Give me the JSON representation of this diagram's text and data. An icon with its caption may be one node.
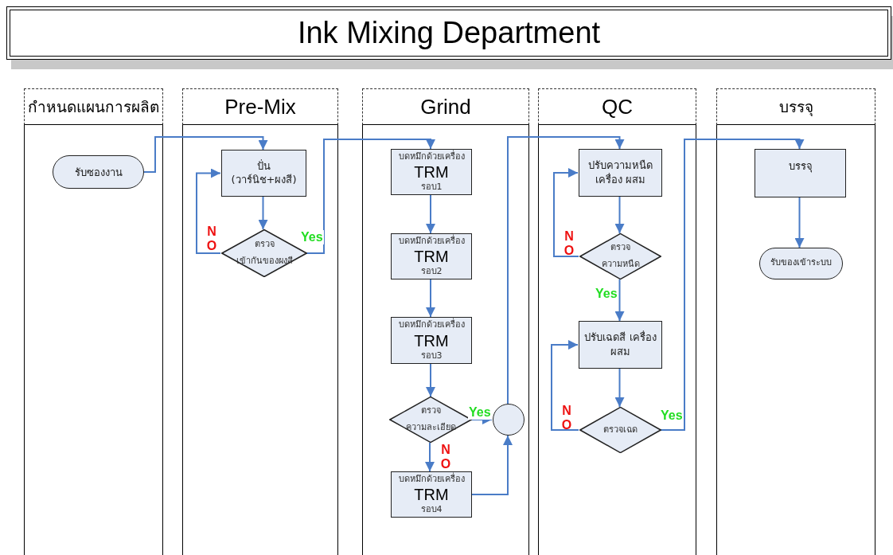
{
  "diagram": {
    "title": "Ink Mixing Department",
    "nodes": [
      {
        "text": [
          "กำหนดแผนการผลิต"
        ]
      },
      {
        "text": [
          "Pre-Mix"
        ]
      },
      {
        "text": [
          "Grind"
        ]
      },
      {
        "text": [
          "QC"
        ]
      },
      {
        "text": [
          "บรรจุ"
        ]
      },
      {
        "text": [
          "รับซองงาน"
        ],
        "in": 0
      },
      {
        "text": [
          "ปั่น (วาร์นิช+ผงสี)"
        ],
        "in": 1
      },
      {
        "text": [
          "ตรวจ เข้ากันของผงสี"
        ],
        "in": 1
      },
      {
        "text": [
          "บดหมึกด้วยเครื่อง",
          "TRM",
          "รอบ1"
        ],
        "in": 2
      },
      {
        "text": [
          "บดหมึกด้วยเครื่อง",
          "TRM",
          "รอบ2"
        ],
        "in": 2
      },
      {
        "text": [
          "บดหมึกด้วยเครื่อง",
          "TRM",
          "รอบ3"
        ],
        "in": 2
      },
      {
        "text": [
          "ตรวจ ความละเอียด"
        ],
        "in": 2
      },
      {
        "text": [],
        "shape": "circle",
        "in": 2
      },
      {
        "text": [
          "บดหมึกด้วยเครื่อง",
          "TRM",
          "รอบ4"
        ],
        "in": 2
      },
      {
        "text": [
          "ปรับความหนืด เครื่อง ผสม"
        ],
        "in": 3
      },
      {
        "text": [
          "ตรวจ ความหนืด"
        ],
        "in": 3
      },
      {
        "text": [
          "ปรับเฉดสี เครื่อง ผสม"
        ],
        "in": 3
      },
      {
        "text": [
          "ตรวจ เฉด"
        ],
        "in": 3
      },
      {
        "text": [
          "บรรจุ"
        ],
        "in": 4
      },
      {
        "text": [
          "รับของเข้าระบบ"
        ],
        "in": 4
      }
    ],
    "edges": [
      {
        "from": 5,
        "to": 6,
        "arrow": "to"
      },
      {
        "from": 6,
        "to": 7,
        "arrow": "to"
      },
      {
        "from": 7,
        "to": 6,
        "arrow": "to",
        "label": "NO"
      },
      {
        "from": 7,
        "to": 8,
        "arrow": "to",
        "label": "Yes"
      },
      {
        "from": 8,
        "to": 9,
        "arrow": "to"
      },
      {
        "from": 9,
        "to": 10,
        "arrow": "to"
      },
      {
        "from": 10,
        "to": 11,
        "arrow": "to"
      },
      {
        "from": 11,
        "to": 12,
        "arrow": "to",
        "label": "Yes"
      },
      {
        "from": 11,
        "to": 13,
        "arrow": "to",
        "label": "NO"
      },
      {
        "from": 13,
        "to": 12,
        "arrow": "to"
      },
      {
        "from": 12,
        "to": 14,
        "arrow": "to"
      },
      {
        "from": 14,
        "to": 15,
        "arrow": "to"
      },
      {
        "from": 15,
        "to": 14,
        "arrow": "to",
        "label": "NO"
      },
      {
        "from": 15,
        "to": 16,
        "arrow": "to",
        "label": "Yes"
      },
      {
        "from": 16,
        "to": 17,
        "arrow": "to"
      },
      {
        "from": 17,
        "to": 16,
        "arrow": "to",
        "label": "NO"
      },
      {
        "from": 17,
        "to": 18,
        "arrow": "to",
        "label": "Yes"
      },
      {
        "from": 18,
        "to": 19,
        "arrow": "to"
      }
    ]
  }
}
